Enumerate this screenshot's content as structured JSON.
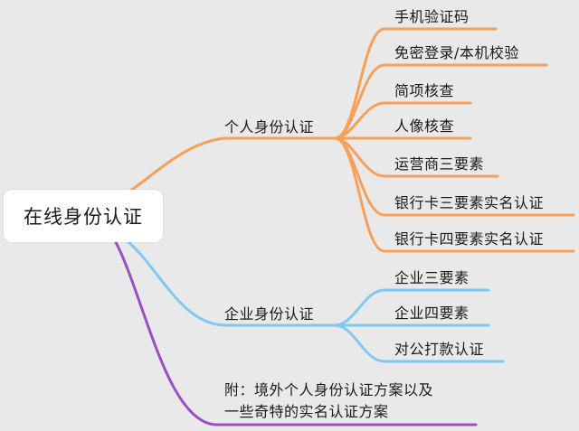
{
  "root": {
    "label": "在线身份认证"
  },
  "branches": {
    "personal": {
      "label": "个人身份认证",
      "color": "#f6a05a",
      "children": [
        "手机验证码",
        "免密登录/本机校验",
        "简项核查",
        "人像核查",
        "运营商三要素",
        "银行卡三要素实名认证",
        "银行卡四要素实名认证"
      ]
    },
    "enterprise": {
      "label": "企业身份认证",
      "color": "#7ec8f3",
      "children": [
        "企业三要素",
        "企业四要素",
        "对公打款认证"
      ]
    },
    "appendix": {
      "line1": "附：境外个人身份认证方案以及",
      "line2": "一些奇特的实名认证方案",
      "color": "#9b4fc4"
    }
  }
}
